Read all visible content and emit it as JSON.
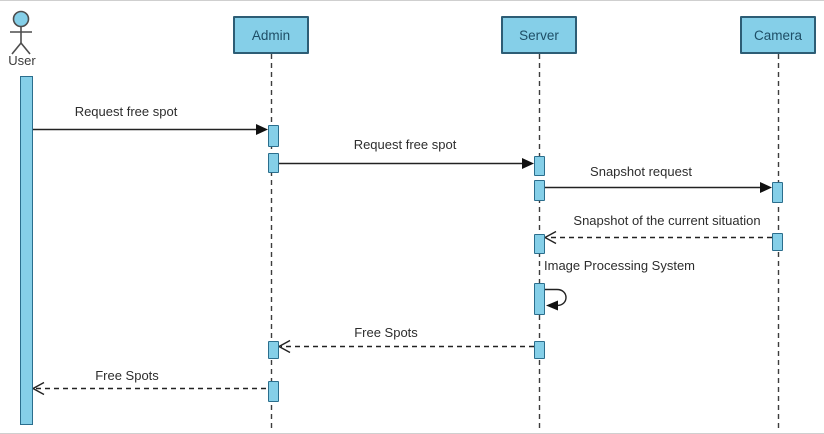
{
  "diagram": {
    "type": "uml-sequence-diagram",
    "actor": {
      "label": "User"
    },
    "participants": [
      {
        "label": "Admin"
      },
      {
        "label": "Server"
      },
      {
        "label": "Camera"
      }
    ],
    "messages": [
      {
        "label": "Request free spot",
        "from": "User",
        "to": "Admin",
        "line": "solid",
        "arrow": "filled"
      },
      {
        "label": "Request free spot",
        "from": "Admin",
        "to": "Server",
        "line": "solid",
        "arrow": "filled"
      },
      {
        "label": "Snapshot request",
        "from": "Server",
        "to": "Camera",
        "line": "solid",
        "arrow": "filled"
      },
      {
        "label": "Snapshot of the current situation",
        "from": "Camera",
        "to": "Server",
        "line": "dashed",
        "arrow": "open"
      },
      {
        "label": "Image Processing System",
        "from": "Server",
        "to": "Server",
        "line": "solid",
        "arrow": "filled"
      },
      {
        "label": "Free Spots",
        "from": "Server",
        "to": "Admin",
        "line": "dashed",
        "arrow": "open"
      },
      {
        "label": "Free Spots",
        "from": "Admin",
        "to": "User",
        "line": "dashed",
        "arrow": "open"
      }
    ],
    "colors": {
      "shape_fill": "#85CFE8",
      "shape_border": "#2B6E8D",
      "participant_text": "#1E4E66",
      "line": "#222222",
      "message_text": "#2D2D2D"
    }
  }
}
